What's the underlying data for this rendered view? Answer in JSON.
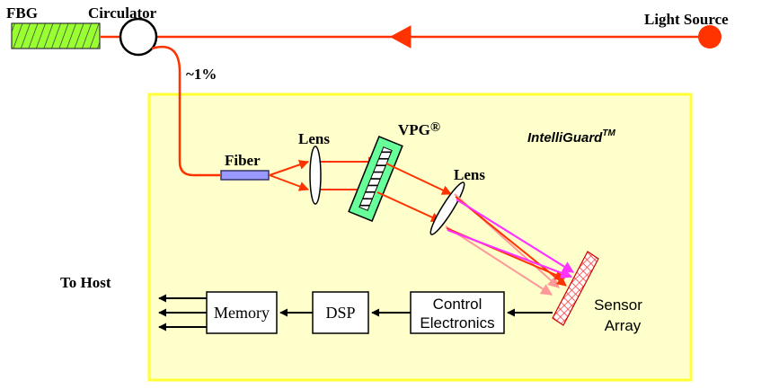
{
  "labels": {
    "fbg": "FBG",
    "circulator": "Circulator",
    "light_source": "Light Source",
    "percent": "~1%",
    "fiber": "Fiber",
    "lens_left": "Lens",
    "lens_right": "Lens",
    "vpg": "VPG",
    "vpg_mark": "®",
    "brand": "IntelliGuard",
    "brand_mark": "TM",
    "to_host": "To Host",
    "memory": "Memory",
    "dsp": "DSP",
    "control_line1": "Control",
    "control_line2": "Electronics",
    "sensor_line1": "Sensor",
    "sensor_line2": "Array"
  },
  "colors": {
    "fiber_line": "#ff3300",
    "light_source": "#ff3300",
    "panel_fill": "#ffffcc",
    "panel_border": "#ffff33",
    "fbg_fill": "#99ff33",
    "fiber_element": "#9999ff",
    "vpg_fill": "#66ff99",
    "magenta_ray": "#ff33ff",
    "pink_ray": "#ff9999"
  }
}
